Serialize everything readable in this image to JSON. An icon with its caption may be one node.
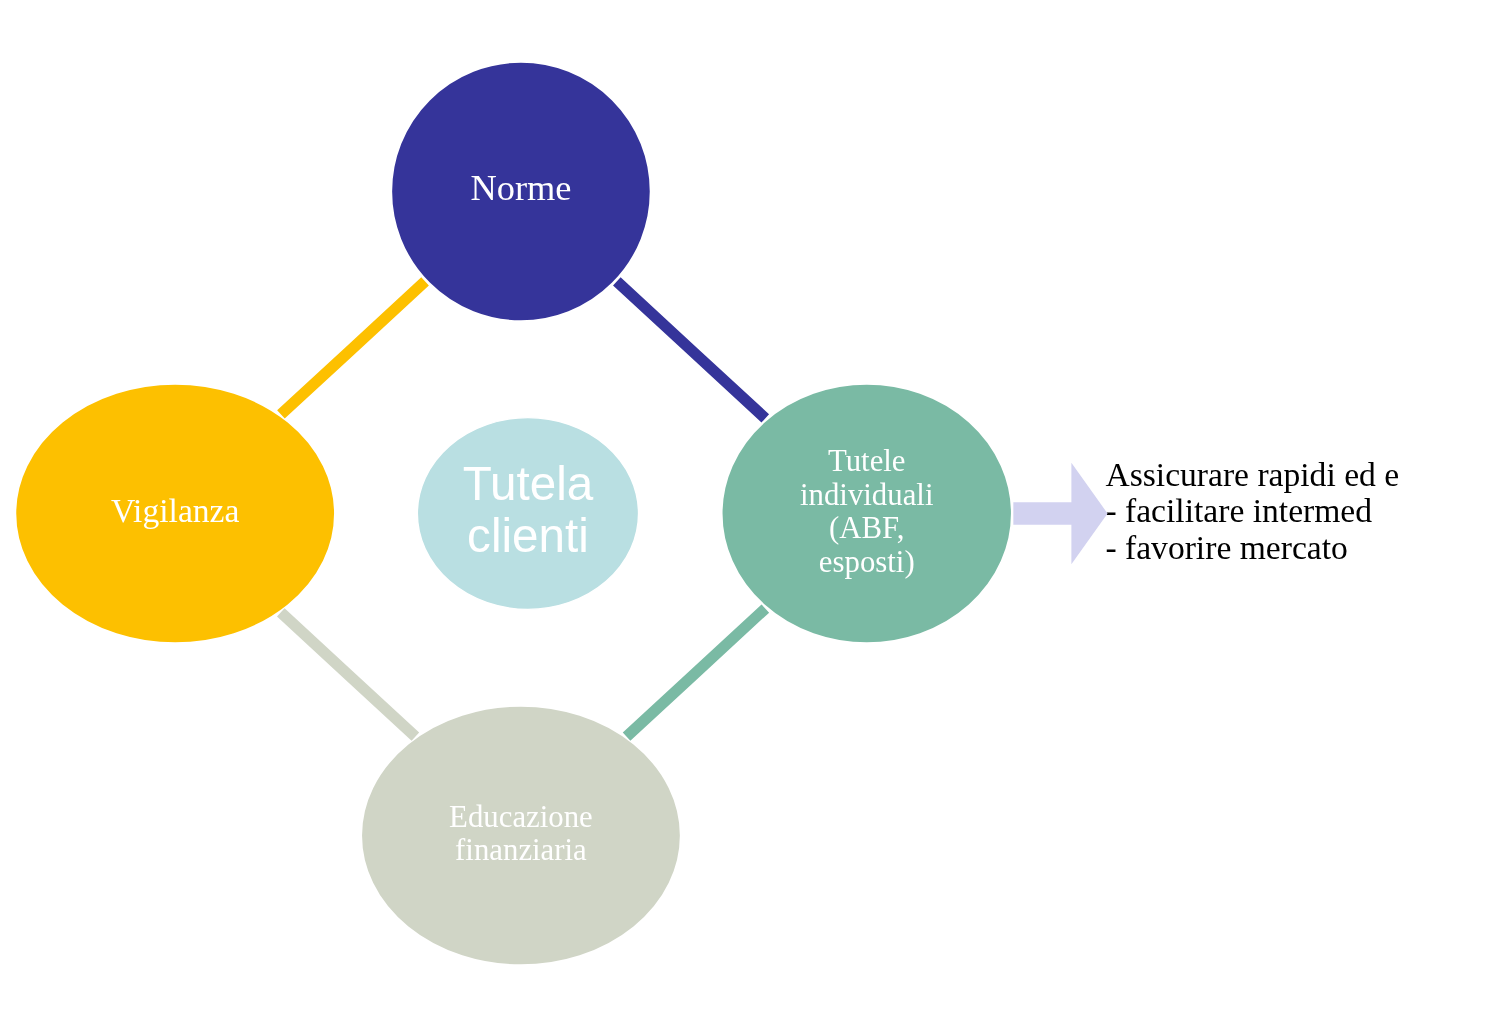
{
  "diagram": {
    "nodes": [
      {
        "text": [
          "Norme"
        ]
      },
      {
        "text": [
          "Vigilanza"
        ]
      },
      {
        "text": [
          "Tutela clienti"
        ]
      },
      {
        "text": [
          "Tutele individuali",
          "(ABF, esposti)"
        ]
      },
      {
        "text": [
          "Educazione finanziaria"
        ]
      },
      {
        "text": [
          "Assicurare rapidi ed e",
          "- facilitare intermed",
          "- favorire mercato"
        ]
      }
    ],
    "edges": [
      {
        "from": 0,
        "to": 3,
        "arrow": "none",
        "color": "#35349a"
      },
      {
        "from": 3,
        "to": 4,
        "arrow": "none",
        "color": "#7abaa4"
      },
      {
        "from": 4,
        "to": 1,
        "arrow": "none",
        "color": "#d0d5c6"
      },
      {
        "from": 1,
        "to": 0,
        "arrow": "none",
        "color": "#fdc000"
      },
      {
        "from": 3,
        "to": 5,
        "arrow": "to",
        "style": "thick",
        "color": "#d2d2f0"
      }
    ]
  }
}
